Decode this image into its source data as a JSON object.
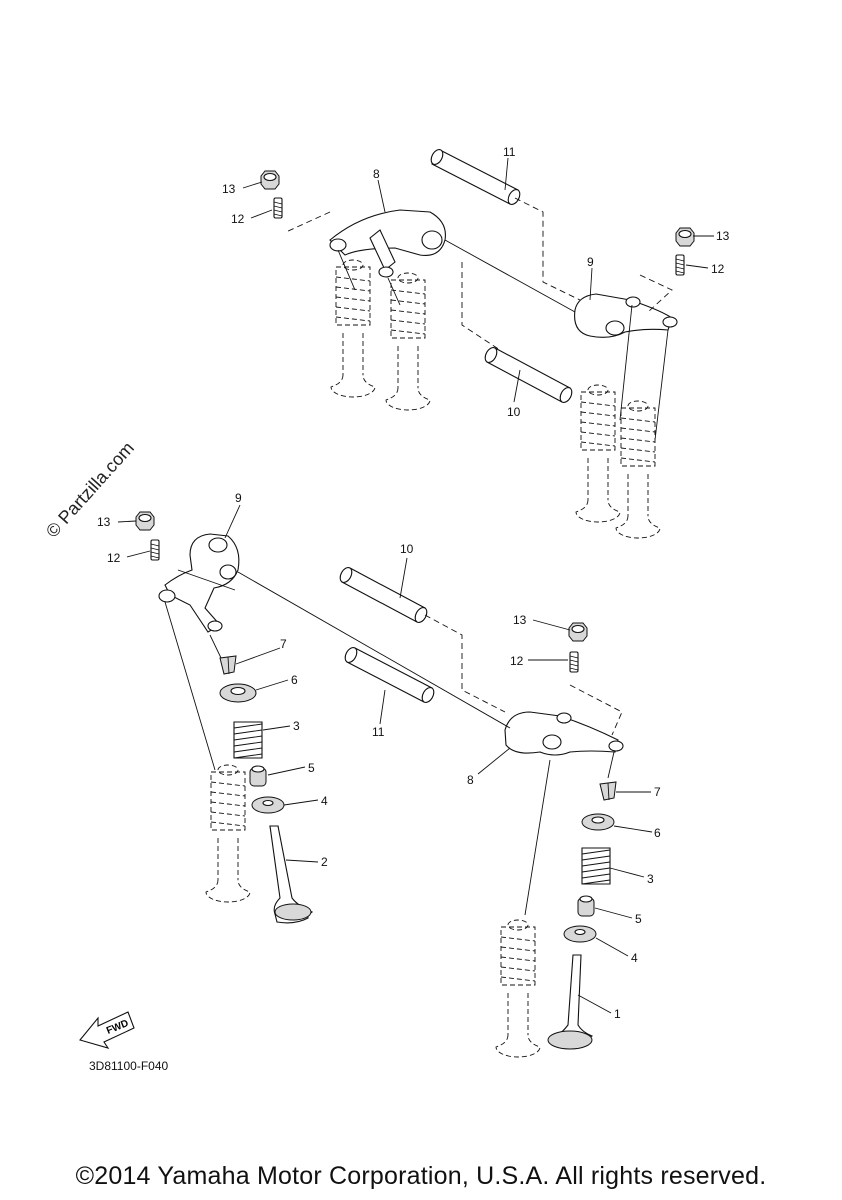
{
  "watermark": "© Partzilla.com",
  "figure_code": "3D81100-F040",
  "fwd_label": "FWD",
  "copyright": "©2014 Yamaha Motor Corporation, U.S.A. All rights reserved.",
  "callouts": {
    "c1": "1",
    "c2": "2",
    "c3a": "3",
    "c3b": "3",
    "c4a": "4",
    "c4b": "4",
    "c5a": "5",
    "c5b": "5",
    "c6a": "6",
    "c6b": "6",
    "c7a": "7",
    "c7b": "7",
    "c8a": "8",
    "c8b": "8",
    "c9a": "9",
    "c9b": "9",
    "c10a": "10",
    "c10b": "10",
    "c11a": "11",
    "c11b": "11",
    "c12a": "12",
    "c12b": "12",
    "c12c": "12",
    "c12d": "12",
    "c13a": "13",
    "c13b": "13",
    "c13c": "13",
    "c13d": "13"
  }
}
